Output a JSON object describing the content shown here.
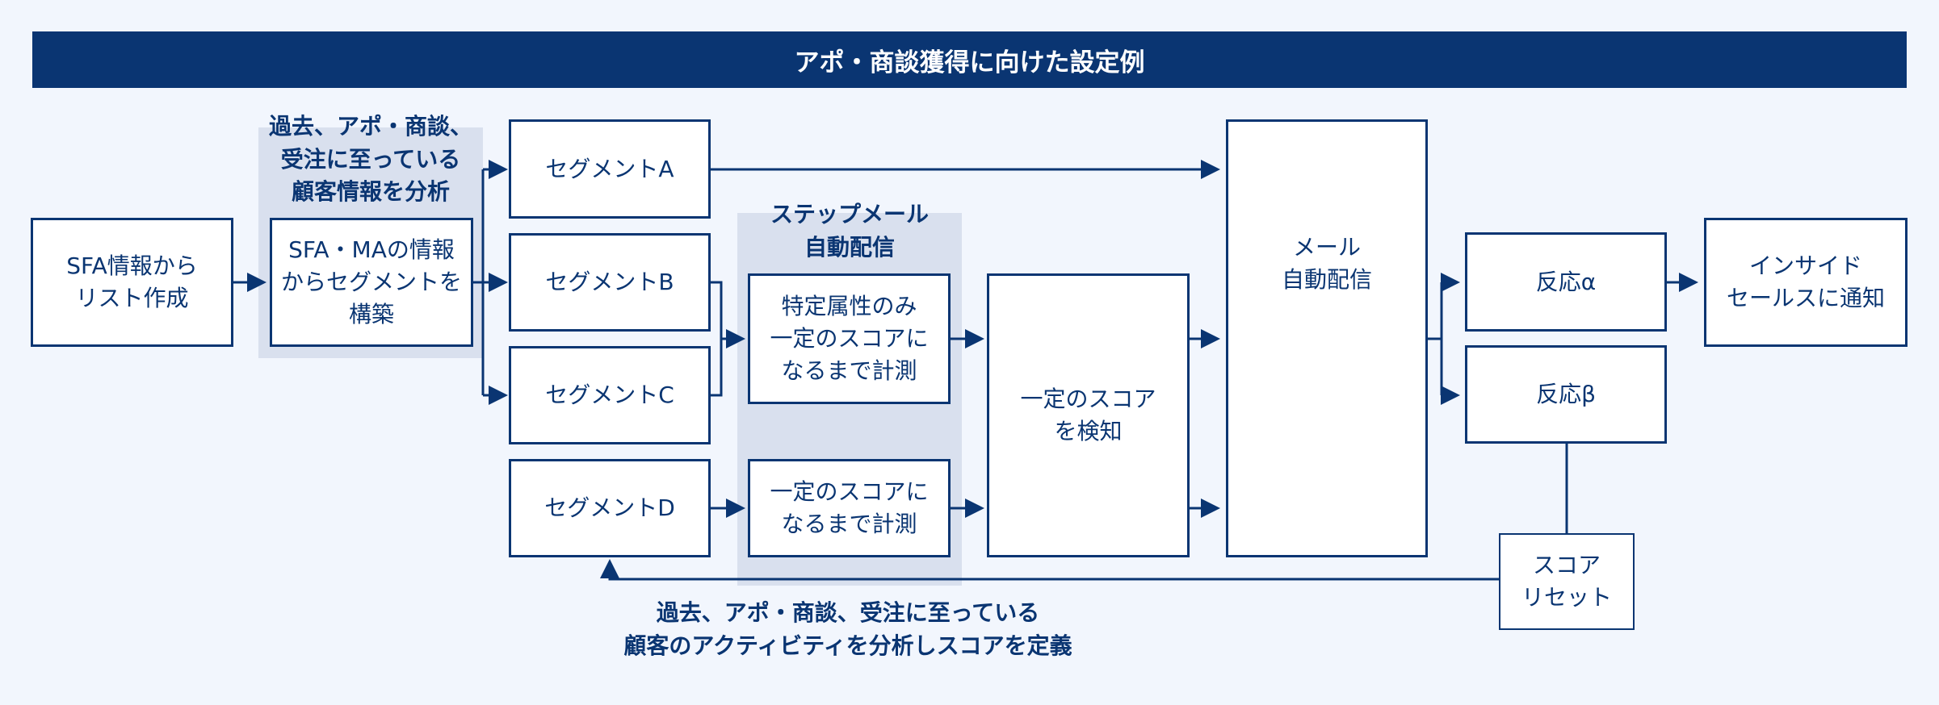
{
  "title": "アポ・商談獲得に向けた設定例",
  "boxes": {
    "sfa_list": "SFA情報から\nリスト作成",
    "build_segment": "SFA・MAの情報\nからセグメントを\n構築",
    "segment_a": "セグメントA",
    "segment_b": "セグメントB",
    "segment_c": "セグメントC",
    "segment_d": "セグメントD",
    "measure_attr": "特定属性のみ\n一定のスコアに\nなるまで計測",
    "measure_score": "一定のスコアに\nなるまで計測",
    "detect_score": "一定のスコア\nを検知",
    "auto_mail": "メール\n自動配信",
    "reaction_alpha": "反応α",
    "reaction_beta": "反応β",
    "notify_inside_sales": "インサイド\nセールスに通知",
    "score_reset": "スコア\nリセット"
  },
  "notes": {
    "analyze_customers": "過去、アポ・商談、\n受注に至っている\n顧客情報を分析",
    "step_mail": "ステップメール\n自動配信",
    "define_score": "過去、アポ・商談、受注に至っている\n顧客のアクティビティを分析しスコアを定義"
  },
  "colors": {
    "navy": "#0A3572",
    "band": "#D9E0EE",
    "background": "#F2F6FD"
  }
}
